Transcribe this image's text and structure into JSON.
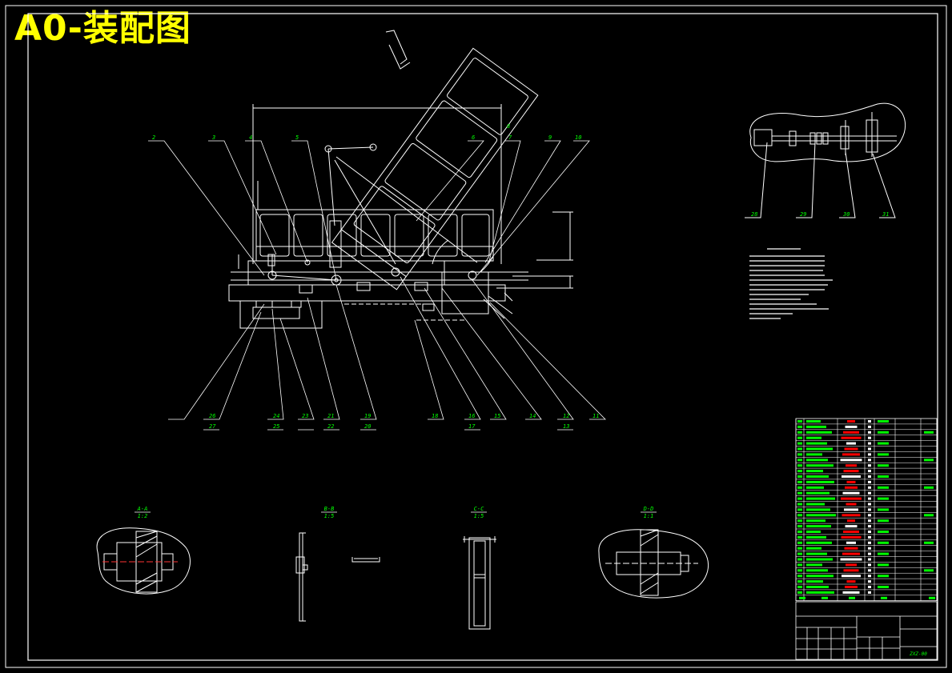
{
  "title": "A0-装配图",
  "colors": {
    "background": "#000000",
    "lines": "#ffffff",
    "labels": "#00ff00",
    "title": "#ffff00",
    "bom_highlight": "#ff0000",
    "centerline": "#ff3333"
  },
  "balloons_main": [
    {
      "id": "b2",
      "label": "2"
    },
    {
      "id": "b3",
      "label": "3"
    },
    {
      "id": "b4",
      "label": "4"
    },
    {
      "id": "b5",
      "label": "5"
    },
    {
      "id": "b6",
      "label": "6"
    },
    {
      "id": "b7",
      "label": "7"
    },
    {
      "id": "b8",
      "label": "8"
    },
    {
      "id": "b9",
      "label": "9"
    },
    {
      "id": "b10",
      "label": "10"
    },
    {
      "id": "b11",
      "label": "11"
    },
    {
      "id": "b12",
      "label": "12"
    },
    {
      "id": "b13",
      "label": "13"
    },
    {
      "id": "b14",
      "label": "14"
    },
    {
      "id": "b15",
      "label": "15"
    },
    {
      "id": "b16",
      "label": "16"
    },
    {
      "id": "b17",
      "label": "17"
    },
    {
      "id": "b18",
      "label": "18"
    },
    {
      "id": "b19",
      "label": "19"
    },
    {
      "id": "b20",
      "label": "20"
    },
    {
      "id": "b21",
      "label": "21"
    },
    {
      "id": "b22",
      "label": "22"
    },
    {
      "id": "b23",
      "label": "23"
    },
    {
      "id": "b24",
      "label": "24"
    },
    {
      "id": "b25",
      "label": "25"
    },
    {
      "id": "b26",
      "label": "26"
    },
    {
      "id": "b27",
      "label": "27"
    }
  ],
  "balloons_detail": [
    {
      "id": "d28",
      "label": "28"
    },
    {
      "id": "d29",
      "label": "29"
    },
    {
      "id": "d30",
      "label": "30"
    },
    {
      "id": "d31",
      "label": "31"
    }
  ],
  "sections": [
    {
      "id": "sa",
      "name": "A-A",
      "scale": "1:2"
    },
    {
      "id": "sb",
      "name": "B-B",
      "scale": "1:5"
    },
    {
      "id": "sc",
      "name": "C-C",
      "scale": "1:5"
    },
    {
      "id": "sd",
      "name": "D-D",
      "scale": "1:1"
    }
  ],
  "drawing_code": "ZXZ-00"
}
